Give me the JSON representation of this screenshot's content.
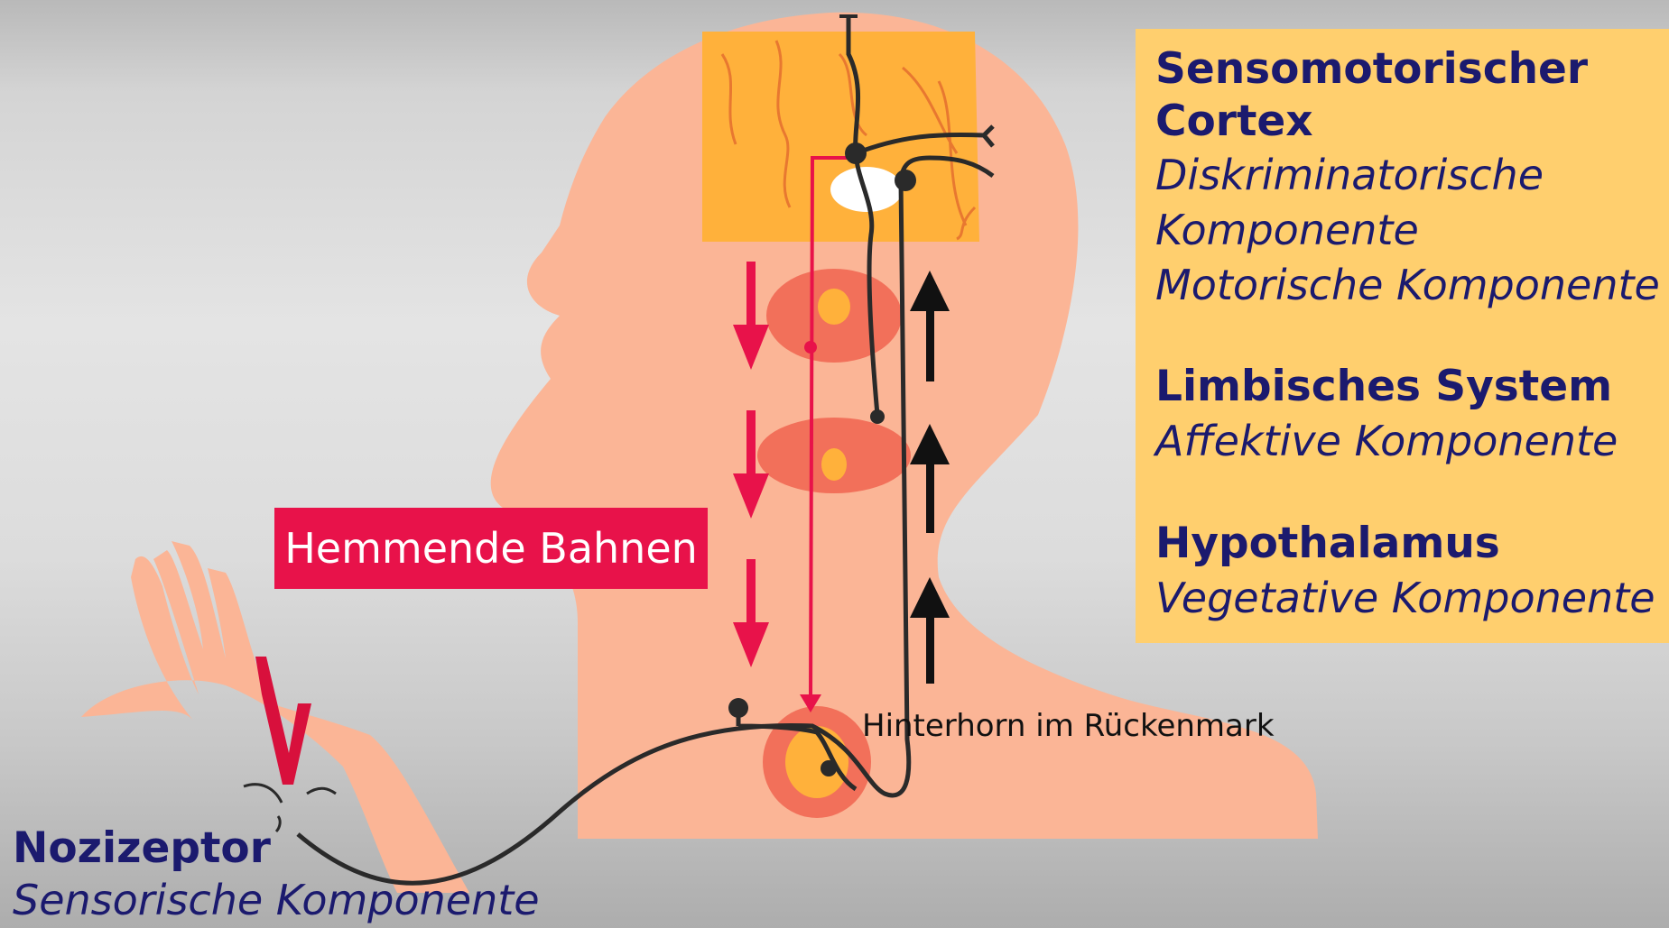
{
  "regions": [
    {
      "title_lines": [
        "Sensomotorischer",
        "Cortex"
      ],
      "components": [
        "Diskriminatorische",
        "Komponente",
        "Motorische Komponente"
      ]
    },
    {
      "title_lines": [
        "Limbisches System"
      ],
      "components": [
        "Affektive Komponente"
      ]
    },
    {
      "title_lines": [
        "Hypothalamus"
      ],
      "components": [
        "Vegetative Komponente"
      ]
    }
  ],
  "inhibitory_pathways_label": "Hemmende Bahnen",
  "dorsal_horn_label": "Hinterhorn im Rückenmark",
  "nociceptor": {
    "title": "Nozizeptor",
    "component": "Sensorische Komponente"
  },
  "colors": {
    "skin": "#fbb596",
    "cortex": "#ffb13b",
    "cortex_panel": "#ffcf6e",
    "spinal_cord": "#f2705a",
    "inhibitory": "#e8124a",
    "nerve": "#2a2a2a",
    "text": "#1b1a6e"
  },
  "icons": {
    "pain_stimulus": "lightning-bolt-icon",
    "ascending_arrow": "arrow-up-icon",
    "descending_arrow": "arrow-down-icon"
  }
}
